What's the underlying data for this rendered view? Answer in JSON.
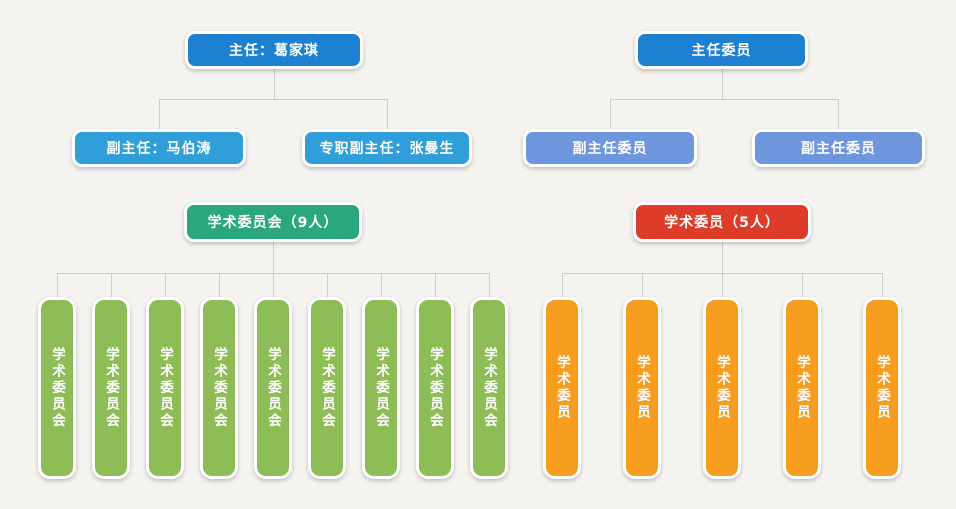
{
  "colors": {
    "background": "#f4f3f0",
    "connector": "#cfcdca",
    "node_border": "#ffffff",
    "node_text": "#ffffff",
    "director_blue": "#1e80d1",
    "deputy_blue": "#2f9ed9",
    "vice_periwinkle": "#6d96dc",
    "committee_green": "#2aa77c",
    "member_green": "#8ebc57",
    "committee_red": "#de3c2b",
    "member_orange": "#f69c1f"
  },
  "org_left": {
    "root": {
      "label": "主任：葛家琪",
      "color": "#1e80d1"
    },
    "children": [
      {
        "label": "副主任：马伯涛",
        "color": "#2f9ed9"
      },
      {
        "label": "专职副主任：张曼生",
        "color": "#2f9ed9"
      }
    ],
    "committee": {
      "root": {
        "label": "学术委员会（9人）",
        "color": "#2aa77c",
        "count_label": "9人"
      },
      "members": [
        {
          "label": "学术委员会",
          "color": "#8ebc57"
        },
        {
          "label": "学术委员会",
          "color": "#8ebc57"
        },
        {
          "label": "学术委员会",
          "color": "#8ebc57"
        },
        {
          "label": "学术委员会",
          "color": "#8ebc57"
        },
        {
          "label": "学术委员会",
          "color": "#8ebc57"
        },
        {
          "label": "学术委员会",
          "color": "#8ebc57"
        },
        {
          "label": "学术委员会",
          "color": "#8ebc57"
        },
        {
          "label": "学术委员会",
          "color": "#8ebc57"
        },
        {
          "label": "学术委员会",
          "color": "#8ebc57"
        }
      ]
    }
  },
  "org_right": {
    "root": {
      "label": "主任委员",
      "color": "#1e80d1"
    },
    "children": [
      {
        "label": "副主任委员",
        "color": "#6d96dc"
      },
      {
        "label": "副主任委员",
        "color": "#6d96dc"
      }
    ],
    "committee": {
      "root": {
        "label": "学术委员（5人）",
        "color": "#de3c2b",
        "count_label": "5人"
      },
      "members": [
        {
          "label": "学术委员",
          "color": "#f69c1f"
        },
        {
          "label": "学术委员",
          "color": "#f69c1f"
        },
        {
          "label": "学术委员",
          "color": "#f69c1f"
        },
        {
          "label": "学术委员",
          "color": "#f69c1f"
        },
        {
          "label": "学术委员",
          "color": "#f69c1f"
        }
      ]
    }
  }
}
